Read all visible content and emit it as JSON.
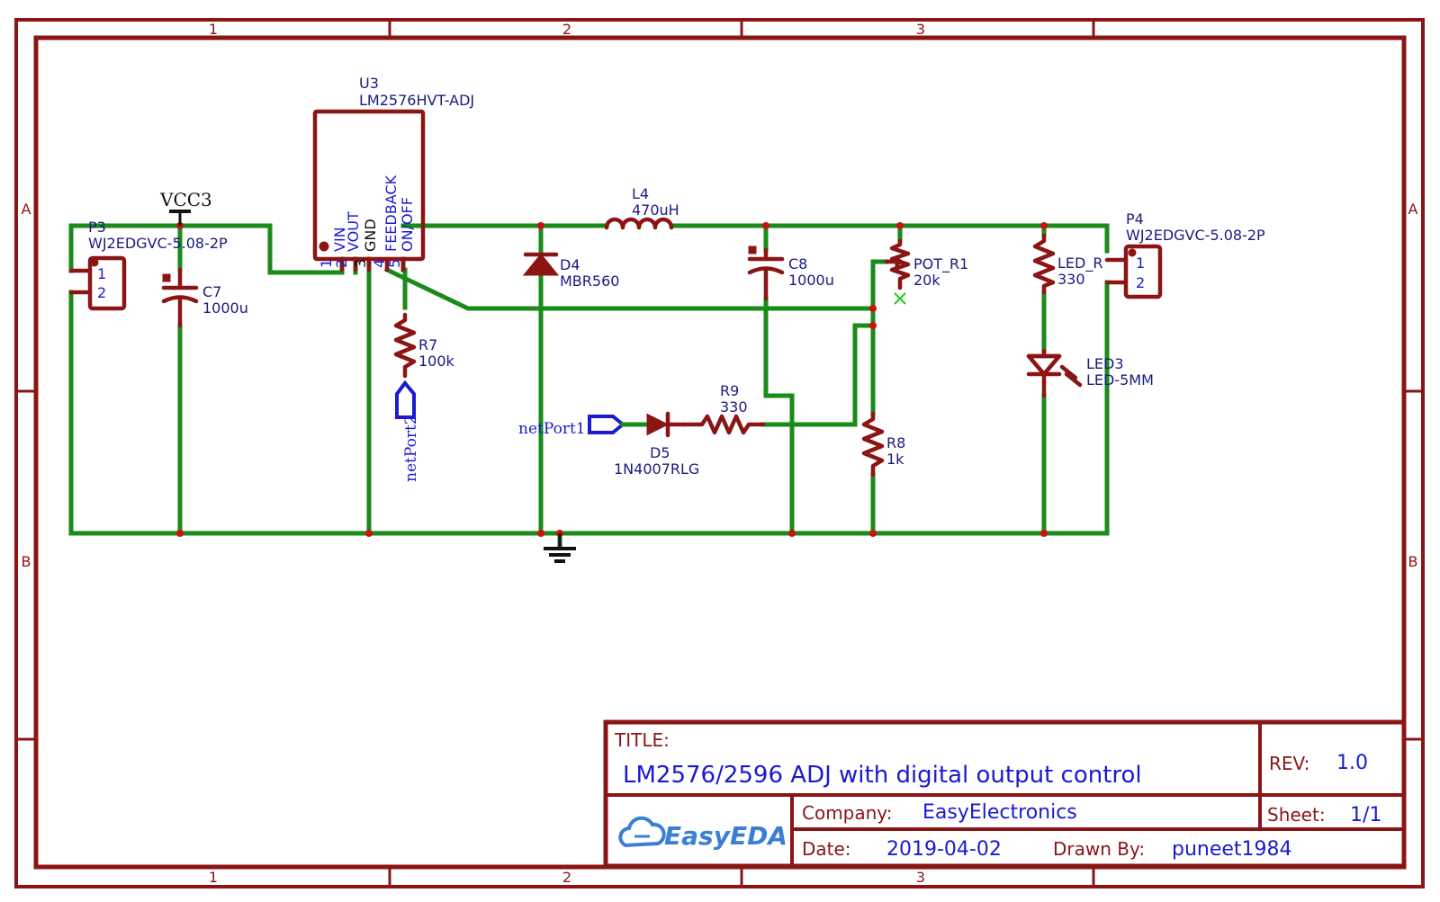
{
  "frame": {
    "columns": [
      "1",
      "2",
      "3"
    ],
    "rows": [
      "A",
      "B"
    ]
  },
  "title_block": {
    "title_label": "TITLE:",
    "title": "LM2576/2596 ADJ with digital output control",
    "rev_label": "REV:",
    "rev": "1.0",
    "company_label": "Company:",
    "company": "EasyElectronics",
    "sheet_label": "Sheet:",
    "sheet": "1/1",
    "date_label": "Date:",
    "date": "2019-04-02",
    "drawn_label": "Drawn By:",
    "drawn_by": "puneet1984",
    "logo": "EasyEDA"
  },
  "components": {
    "p3": {
      "ref": "P3",
      "value": "WJ2EDGVC-5.08-2P",
      "pin1": "1",
      "pin2": "2"
    },
    "p4": {
      "ref": "P4",
      "value": "WJ2EDGVC-5.08-2P",
      "pin1": "1",
      "pin2": "2"
    },
    "vcc": {
      "label": "VCC3"
    },
    "c7": {
      "ref": "C7",
      "value": "1000u"
    },
    "c8": {
      "ref": "C8",
      "value": "1000u"
    },
    "u3": {
      "ref": "U3",
      "value": "LM2576HVT-ADJ",
      "pins": [
        "VIN",
        "VOUT",
        "GND",
        "FEEDBACK",
        "ON/OFF"
      ],
      "pin_numbers": [
        "1",
        "2",
        "3",
        "4",
        "5"
      ]
    },
    "l4": {
      "ref": "L4",
      "value": "470uH"
    },
    "d4": {
      "ref": "D4",
      "value": "MBR560"
    },
    "r7": {
      "ref": "R7",
      "value": "100k"
    },
    "pot": {
      "ref": "POT_R1",
      "value": "20k"
    },
    "led_r": {
      "ref": "LED_R",
      "value": "330"
    },
    "led3": {
      "ref": "LED3",
      "value": "LED-5MM"
    },
    "r8": {
      "ref": "R8",
      "value": "1k"
    },
    "r9": {
      "ref": "R9",
      "value": "330"
    },
    "d5": {
      "ref": "D5",
      "value": "1N4007RLG"
    },
    "netport1": {
      "label": "netPort1"
    },
    "netport2": {
      "label": "netPort2"
    }
  },
  "colors": {
    "frame": "#8b1414",
    "wire": "#1a8a1a",
    "component": "#8b1414",
    "label": "#1a1a80",
    "netport": "#1a1ad0"
  }
}
